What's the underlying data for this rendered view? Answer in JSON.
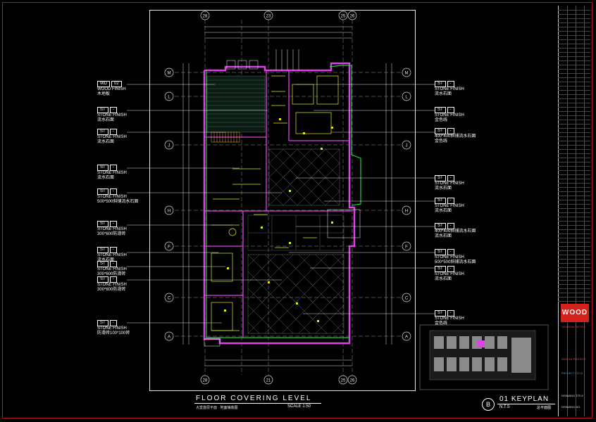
{
  "grid": {
    "columns": [
      "28",
      "23",
      "25",
      "26",
      "28",
      "21",
      "25",
      "26"
    ],
    "rows": [
      "M",
      "L",
      "J",
      "H",
      "F",
      "C",
      "A"
    ]
  },
  "left_tags": [
    {
      "code": "WD",
      "num": "02",
      "line1": "WOOD FINISH",
      "line2": "木地板"
    },
    {
      "code": "ST",
      "num": "-",
      "line1": "STONE FINISH",
      "line2": "流水石面"
    },
    {
      "code": "ST",
      "num": "-",
      "line1": "STONE FINISH",
      "line2": "流水石面"
    },
    {
      "code": "ST",
      "num": "-",
      "line1": "STONE FINISH",
      "line2": "流水石面"
    },
    {
      "code": "ST",
      "num": "-",
      "line1": "STONE FINISH",
      "line2": "500*500斜铺流水石面"
    },
    {
      "code": "ST",
      "num": "-",
      "line1": "STONE FINISH",
      "line2": "300*600防滑砖"
    },
    {
      "code": "ST",
      "num": "-",
      "line1": "STONE FINISH",
      "line2": "流水石面"
    },
    {
      "code": "ST",
      "num": "-",
      "line1": "STONE FINISH",
      "line2": "300*600防滑砖"
    },
    {
      "code": "ST",
      "num": "-",
      "line1": "STONE FINISH",
      "line2": "300*600防滑砖"
    },
    {
      "code": "ST",
      "num": "-",
      "line1": "STONE FINISH",
      "line2": "防滑砖100*100砖"
    }
  ],
  "right_tags": [
    {
      "code": "ST",
      "num": "-",
      "line1": "STONE FINISH",
      "line2": "流水石面"
    },
    {
      "code": "ST",
      "num": "-",
      "line1": "STONE FINISH",
      "line2": "金色线"
    },
    {
      "code": "ST",
      "num": "-",
      "line1": "400*400斜铺流水石面",
      "line2": "金色线"
    },
    {
      "code": "ST",
      "num": "-",
      "line1": "STONE FINISH",
      "line2": "流水石面"
    },
    {
      "code": "ST",
      "num": "-",
      "line1": "STONE FINISH",
      "line2": "流水石面"
    },
    {
      "code": "ST",
      "num": "-",
      "line1": "400*400斜铺流水石面",
      "line2": "流水石面"
    },
    {
      "code": "ST",
      "num": "-",
      "line1": "STONE FINISH",
      "line2": "500*500斜铺流水石面"
    },
    {
      "code": "ST",
      "num": "-",
      "line1": "STONE FINISH",
      "line2": "流水石面"
    },
    {
      "code": "ST",
      "num": "-",
      "line1": "STONE FINISH",
      "line2": "金色线"
    }
  ],
  "title": {
    "main": "FLOOR  COVERING  LEVEL",
    "sub": "大堂首层平面 · 地面铺装图",
    "scale_label": "SCALE  1:50"
  },
  "keyplan": {
    "marker": "B",
    "title": "01  KEYPLAN",
    "nts": "N.T.S",
    "cn": "总平面图"
  },
  "title_block": {
    "brand": "WOOD",
    "notes": [
      "GENERAL NOTES",
      "DESIGN PROJECT",
      "PROJECT TITLE",
      "DRAWING TITLE",
      "DRAWING NO."
    ]
  },
  "colors": {
    "wall_magenta": "#e040e8",
    "wall_green": "#22d040",
    "fixture_yellow": "#e8e820",
    "grid_white": "#e6e6e6",
    "frame_red": "#b01818"
  }
}
